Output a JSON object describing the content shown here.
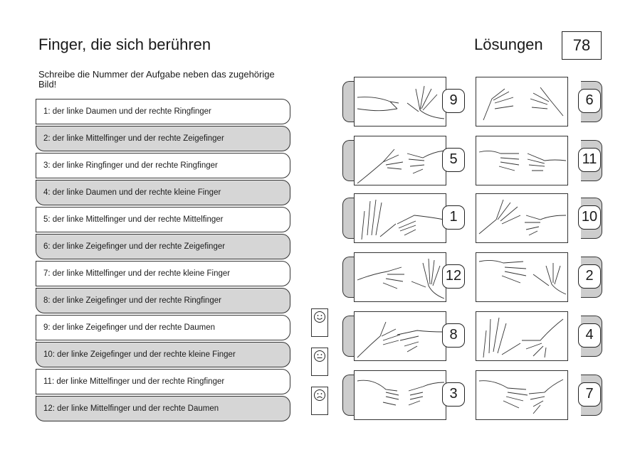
{
  "header": {
    "title": "Finger, die sich berühren",
    "solutions_label": "Lösungen",
    "page_number": "78"
  },
  "instruction": "Schreibe die Nummer der Aufgabe neben das zugehörige Bild!",
  "tasks": [
    "1: der linke Daumen und der rechte Ringfinger",
    "2: der linke Mittelfinger und der rechte Zeigefinger",
    "3: der linke Ringfinger und der rechte Ringfinger",
    "4: der linke Daumen und der rechte kleine Finger",
    "5: der linke Mittelfinger und der rechte Mittelfinger",
    "6: der linke Zeigefinger und der rechte Zeigefinger",
    "7: der linke Mittelfinger und der rechte kleine Finger",
    "8: der linke Zeigefinger und der rechte Ringfinger",
    "9: der linke Zeigefinger und der rechte Daumen",
    "10: der linke Zeigefinger und der rechte kleine Finger",
    "11: der linke Mittelfinger und der rechte Ringfinger",
    "12: der linke Mittelfinger und der rechte Daumen"
  ],
  "self_rating": {
    "icons": [
      "smiley-happy-icon",
      "smiley-neutral-icon",
      "smiley-sad-icon"
    ]
  },
  "answers": {
    "left_column": [
      "9",
      "5",
      "1",
      "12",
      "8",
      "3"
    ],
    "right_column": [
      "6",
      "11",
      "10",
      "2",
      "4",
      "7"
    ]
  }
}
